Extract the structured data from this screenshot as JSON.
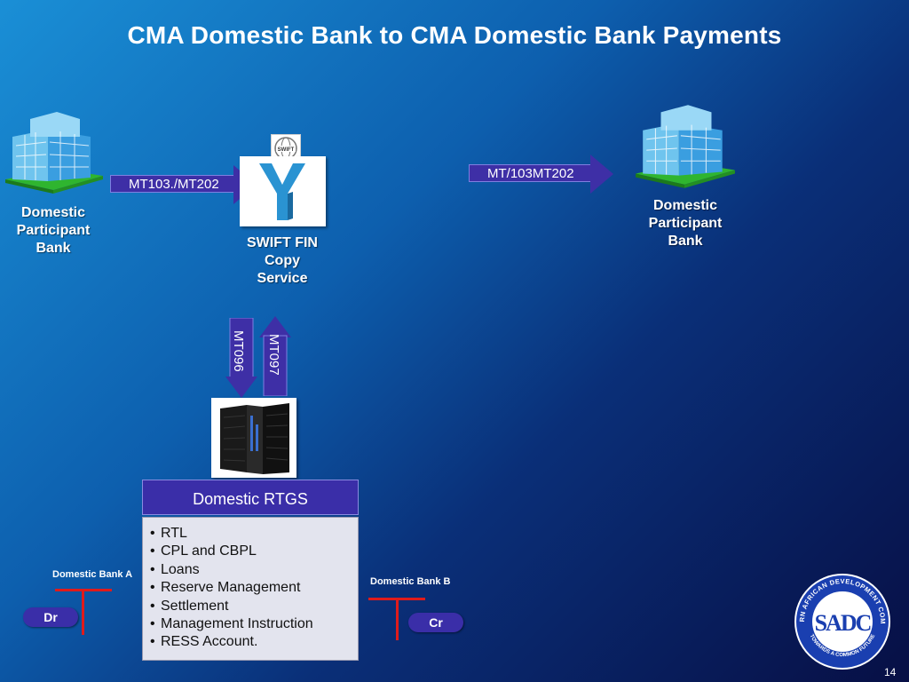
{
  "slide": {
    "title": "CMA Domestic Bank to CMA Domestic Bank Payments",
    "page_number": "14"
  },
  "left_bank": {
    "label": "Domestic\nParticipant\nBank"
  },
  "right_bank": {
    "label": "Domestic\nParticipant\nBank"
  },
  "arrows": {
    "left_message": "MT103./MT202",
    "right_message": "MT/103MT202",
    "down_message": "MT096",
    "up_message": "MT097"
  },
  "swift": {
    "label": "SWIFT FIN\nCopy\nService",
    "logo_text": "SWIFT",
    "box_text": "Y-Copy"
  },
  "rtgs": {
    "header": "Domestic RTGS",
    "items": [
      "RTL",
      "CPL and CBPL",
      "Loans",
      "Reserve Management",
      "Settlement",
      "Management Instruction",
      "RESS Account."
    ]
  },
  "bank_a": {
    "label": "Domestic Bank A",
    "badge": "Dr"
  },
  "bank_b": {
    "label": "Domestic Bank  B",
    "badge": "Cr"
  },
  "sadc_logo": {
    "letters": "SADC",
    "ring_text": "SOUTHERN AFRICAN DEVELOPMENT COMMUNITY",
    "motto": "TOWARDS A COMMON FUTURE"
  },
  "colors": {
    "accent": "#3a2ea8",
    "line_red": "#e01b1b"
  }
}
